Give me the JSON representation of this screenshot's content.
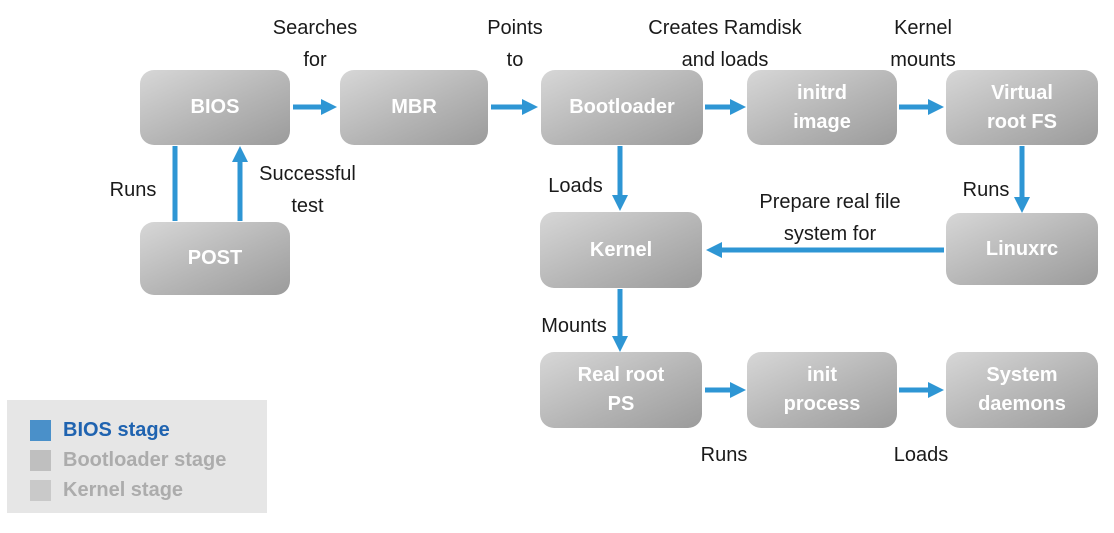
{
  "colors": {
    "background": "#FFFFFF",
    "arrow": "#2E96D4",
    "node_top": "#D7D7D7",
    "node_bottom": "#9B9B9B",
    "node_text": "#FFFFFF",
    "label_text": "#1A1A1A",
    "legend_bg": "#E6E6E6"
  },
  "nodes": {
    "bios": {
      "label": "BIOS"
    },
    "mbr": {
      "label": "MBR"
    },
    "bootloader": {
      "label": "Bootloader"
    },
    "initrd": {
      "label": "initrd\nimage"
    },
    "virtual_root_fs": {
      "label": "Virtual\nroot FS"
    },
    "post": {
      "label": "POST"
    },
    "kernel": {
      "label": "Kernel"
    },
    "linuxrc": {
      "label": "Linuxrc"
    },
    "real_root_ps": {
      "label": "Real root\nPS"
    },
    "init_process": {
      "label": "init\nprocess"
    },
    "system_daemons": {
      "label": "System\ndaemons"
    }
  },
  "edges": {
    "bios_mbr": {
      "from": "BIOS",
      "to": "MBR",
      "label": "Searches\nfor"
    },
    "mbr_bootloader": {
      "from": "MBR",
      "to": "Bootloader",
      "label": "Points\nto"
    },
    "bootloader_initrd": {
      "from": "Bootloader",
      "to": "initrd image",
      "label": "Creates Ramdisk\nand loads"
    },
    "initrd_virtual_root_fs": {
      "from": "initrd image",
      "to": "Virtual root FS",
      "label": "Kernel\nmounts"
    },
    "bios_post": {
      "from": "BIOS",
      "to": "POST",
      "label": "Runs"
    },
    "post_bios": {
      "from": "POST",
      "to": "BIOS",
      "label": "Successful\ntest"
    },
    "bootloader_kernel": {
      "from": "Bootloader",
      "to": "Kernel",
      "label": "Loads"
    },
    "virtual_root_fs_linuxrc": {
      "from": "Virtual root FS",
      "to": "Linuxrc",
      "label": "Runs"
    },
    "linuxrc_kernel": {
      "from": "Linuxrc",
      "to": "Kernel",
      "label": "Prepare real file\nsystem for"
    },
    "kernel_real_root_ps": {
      "from": "Kernel",
      "to": "Real root PS",
      "label": "Mounts"
    },
    "real_root_ps_init": {
      "from": "Real root PS",
      "to": "init process",
      "label": "Runs"
    },
    "init_system_daemons": {
      "from": "init process",
      "to": "System daemons",
      "label": "Loads"
    }
  },
  "legend": {
    "items": [
      {
        "label": "BIOS stage",
        "color": "#4A90C9",
        "label_color": "#1F63B0"
      },
      {
        "label": "Bootloader stage",
        "color": "#BFBFBF",
        "label_color": "#ACACAC"
      },
      {
        "label": "Kernel stage",
        "color": "#C9C9C9",
        "label_color": "#ACACAC"
      }
    ]
  }
}
